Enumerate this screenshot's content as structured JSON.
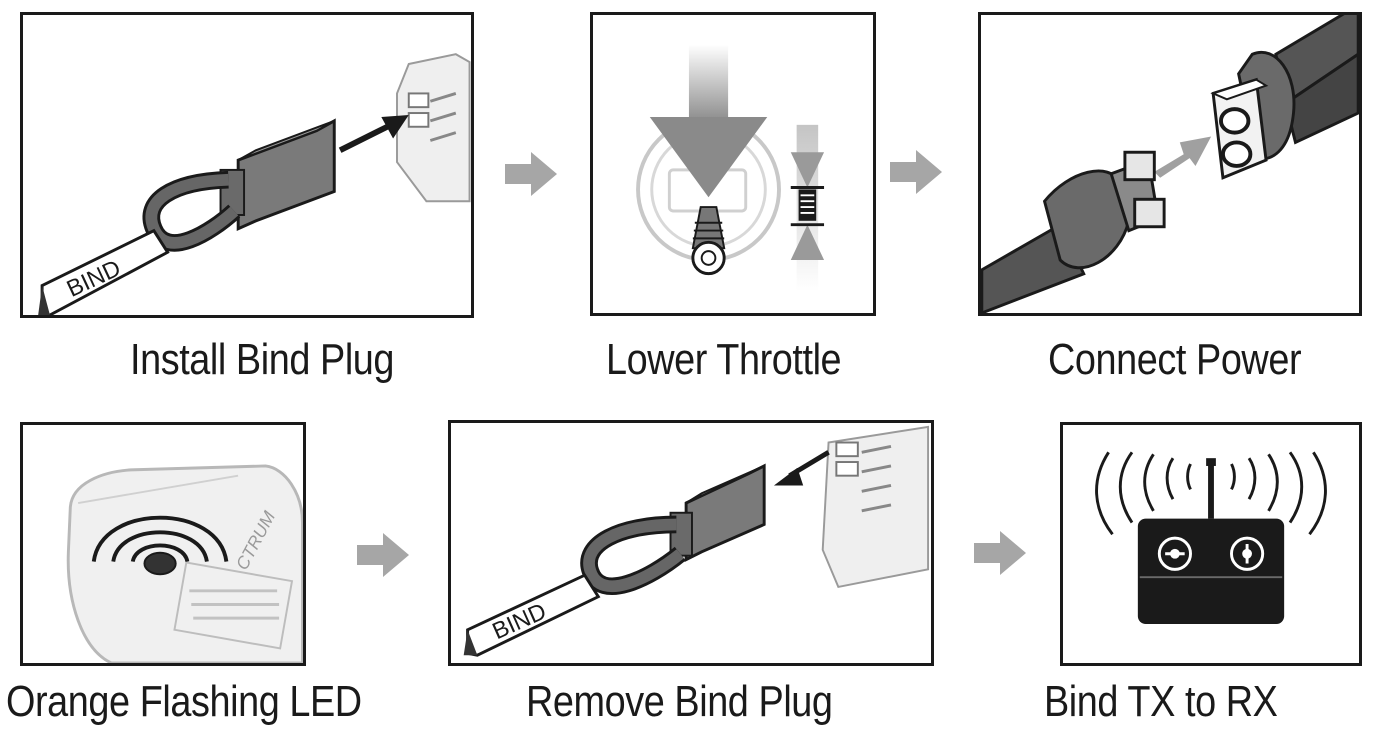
{
  "steps": [
    {
      "caption": "Install Bind Plug",
      "tag": "BIND"
    },
    {
      "caption": "Lower Throttle"
    },
    {
      "caption": "Connect Power"
    },
    {
      "caption": "Orange Flashing LED",
      "brand_fragment": "CTRUM"
    },
    {
      "caption": "Remove Bind Plug",
      "tag": "BIND"
    },
    {
      "caption": "Bind TX to RX"
    }
  ],
  "colors": {
    "outline": "#1a1a1a",
    "arrow_gray": "#a6a6a6",
    "wire_gray": "#5a5a5a",
    "receiver_fill": "#e8e8e8"
  }
}
